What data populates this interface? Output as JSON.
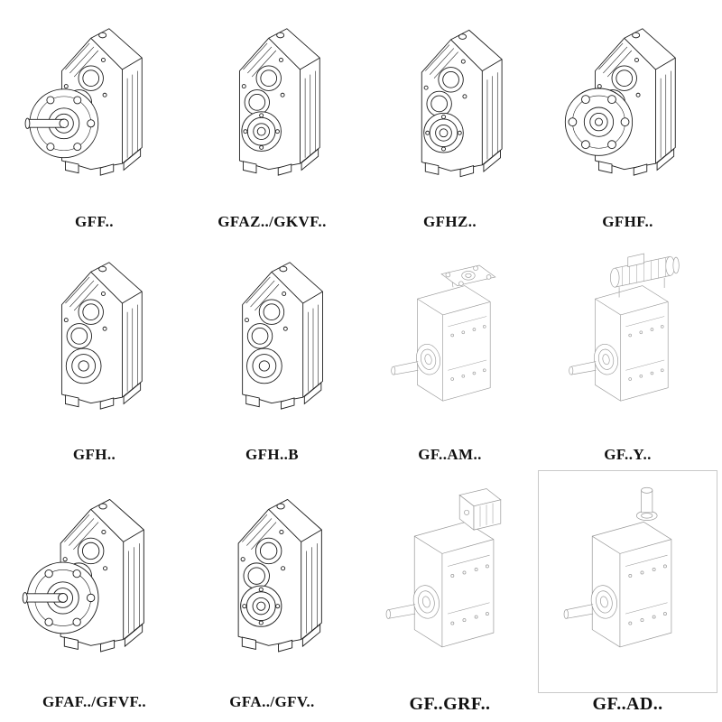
{
  "page": {
    "background_color": "#ffffff",
    "line_color_solid": "#1c1c1c",
    "line_color_light": "#9a9a9a",
    "label_color": "#111111"
  },
  "catalog": {
    "cells": [
      {
        "label": "GFF..",
        "style": "solid",
        "variant": "output-flange-with-shaft"
      },
      {
        "label": "GFAZ../GKVF..",
        "style": "solid",
        "variant": "hollow-output-shaft"
      },
      {
        "label": "GFHZ..",
        "style": "solid",
        "variant": "hollow-output-shaft"
      },
      {
        "label": "GFHF..",
        "style": "solid",
        "variant": "output-flange"
      },
      {
        "label": "GFH..",
        "style": "solid",
        "variant": "foot-mounted"
      },
      {
        "label": "GFH..B",
        "style": "solid",
        "variant": "foot-mounted"
      },
      {
        "label": "GF..AM..",
        "style": "light",
        "variant": "input-flange-adapter"
      },
      {
        "label": "GF..Y..",
        "style": "light",
        "variant": "motor-mounted"
      },
      {
        "label": "GFAF../GFVF..",
        "style": "solid",
        "variant": "output-flange-with-shaft"
      },
      {
        "label": "GFA../GFV..",
        "style": "solid",
        "variant": "hollow-output-shaft"
      },
      {
        "label": "GF..GRF..",
        "style": "light",
        "variant": "input-adapter-box"
      },
      {
        "label": "GF..AD..",
        "style": "light",
        "variant": "input-shaft-top"
      }
    ]
  }
}
